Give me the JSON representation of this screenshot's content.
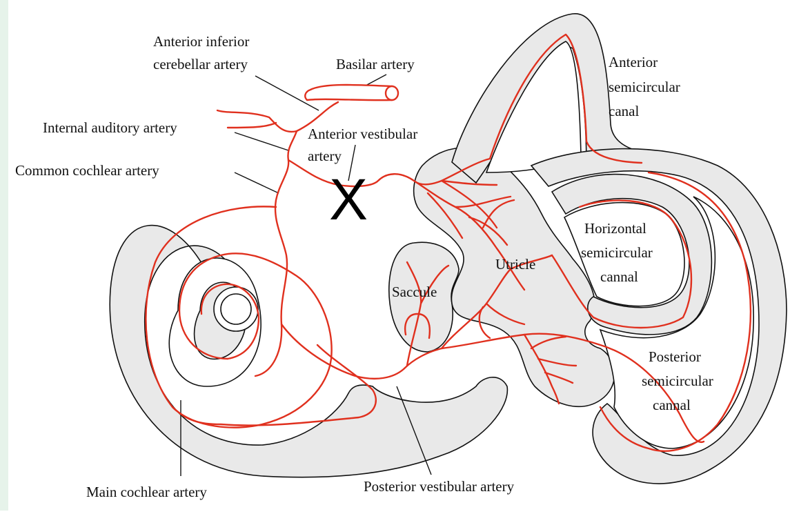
{
  "colors": {
    "artery": "#e0301e",
    "bony_labyrinth": "#e9e9e9",
    "outline": "#111111",
    "left_band": "#e6f3ea"
  },
  "labels": {
    "aica_line1": "Anterior inferior",
    "aica_line2": "cerebellar artery",
    "basilar": "Basilar artery",
    "internal_auditory": "Internal auditory artery",
    "common_cochlear": "Common cochlear artery",
    "ant_vest_line1": "Anterior vestibular",
    "ant_vest_line2": "artery",
    "ant_canal_line1": "Anterior",
    "ant_canal_line2": "semicircular",
    "ant_canal_line3": "canal",
    "hor_canal_line1": "Horizontal",
    "hor_canal_line2": "semicircular",
    "hor_canal_line3": "cannal",
    "utricle": "Utricle",
    "saccule": "Saccule",
    "post_canal_line1": "Posterior",
    "post_canal_line2": "semicircular",
    "post_canal_line3": "cannal",
    "main_cochlear": "Main cochlear artery",
    "post_vest": "Posterior vestibular artery"
  },
  "marker": "X"
}
